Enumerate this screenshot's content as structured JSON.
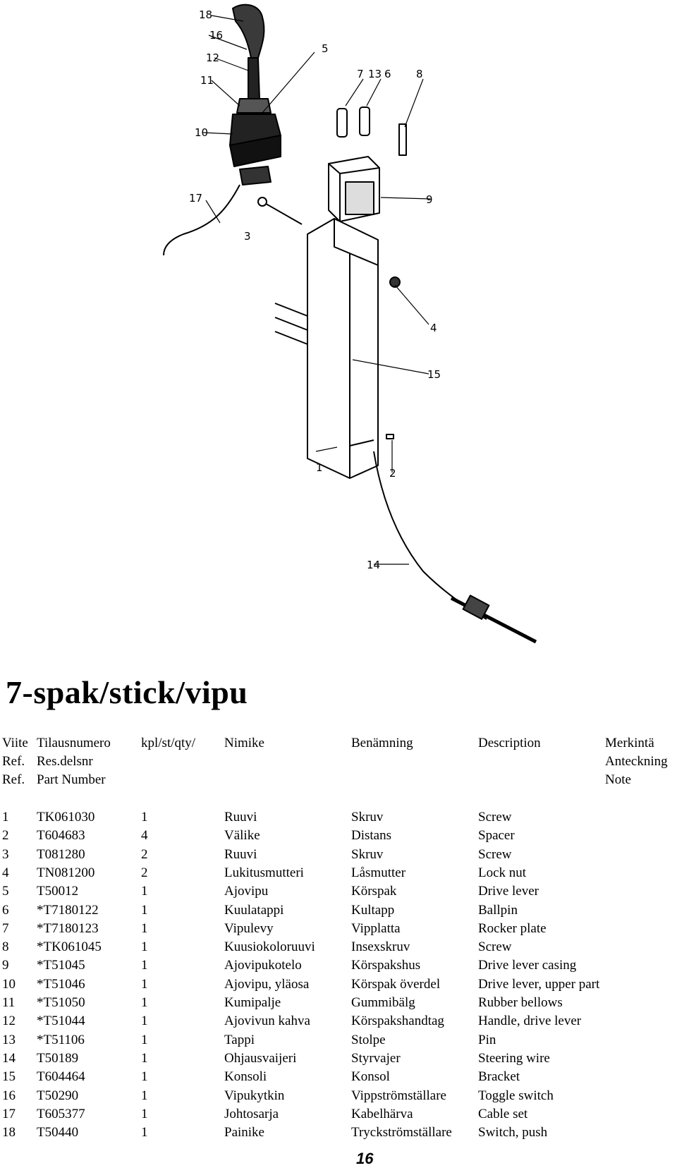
{
  "callouts": [
    "18",
    "16",
    "12",
    "11",
    "10",
    "17",
    "3",
    "5",
    "7",
    "13",
    "6",
    "8",
    "9",
    "4",
    "15",
    "1",
    "2",
    "14"
  ],
  "title": "7-spak/stick/vipu",
  "header_rows": [
    [
      "Viite",
      "Tilausnumero",
      "kpl/st/qty/",
      "Nimike",
      "Benämning",
      "Description",
      "Merkintä"
    ],
    [
      "Ref.",
      "Res.delsnr",
      "",
      "",
      "",
      "",
      "Anteckning"
    ],
    [
      "Ref.",
      "Part Number",
      "",
      "",
      "",
      "",
      "Note"
    ]
  ],
  "parts": [
    [
      "1",
      "TK061030",
      "1",
      "Ruuvi",
      "Skruv",
      "Screw"
    ],
    [
      "2",
      "T604683",
      "4",
      "Välike",
      "Distans",
      "Spacer"
    ],
    [
      "3",
      "T081280",
      "2",
      "Ruuvi",
      "Skruv",
      "Screw"
    ],
    [
      "4",
      "TN081200",
      "2",
      "Lukitusmutteri",
      "Låsmutter",
      "Lock nut"
    ],
    [
      "5",
      "T50012",
      "1",
      "Ajovipu",
      "Körspak",
      "Drive lever"
    ],
    [
      "6",
      "*T7180122",
      "1",
      "Kuulatappi",
      "Kultapp",
      "Ballpin"
    ],
    [
      "7",
      "*T7180123",
      "1",
      "Vipulevy",
      "Vipplatta",
      "Rocker plate"
    ],
    [
      "8",
      "*TK061045",
      "1",
      "Kuusiokoloruuvi",
      "Insexskruv",
      "Screw"
    ],
    [
      "9",
      "*T51045",
      "1",
      "Ajovipukotelo",
      "Körspakshus",
      "Drive lever casing"
    ],
    [
      "10",
      "*T51046",
      "1",
      "Ajovipu, yläosa",
      "Körspak överdel",
      "Drive lever, upper part"
    ],
    [
      "11",
      "*T51050",
      "1",
      "Kumipalje",
      "Gummibälg",
      "Rubber bellows"
    ],
    [
      "12",
      "*T51044",
      "1",
      "Ajovivun kahva",
      "Körspakshandtag",
      "Handle, drive lever"
    ],
    [
      "13",
      "*T51106",
      "1",
      "Tappi",
      "Stolpe",
      "Pin"
    ],
    [
      "14",
      "T50189",
      "1",
      "Ohjausvaijeri",
      "Styrvajer",
      "Steering wire"
    ],
    [
      "15",
      "T604464",
      "1",
      "Konsoli",
      "Konsol",
      "Bracket"
    ],
    [
      "16",
      "T50290",
      "1",
      "Vipukytkin",
      "Vippströmställare",
      "Toggle switch"
    ],
    [
      "17",
      "T605377",
      "1",
      "Johtosarja",
      "Kabelhärva",
      "Cable set"
    ],
    [
      "18",
      "T50440",
      "1",
      "Painike",
      "Tryckströmställare",
      "Switch, push"
    ]
  ],
  "page_number": "16"
}
